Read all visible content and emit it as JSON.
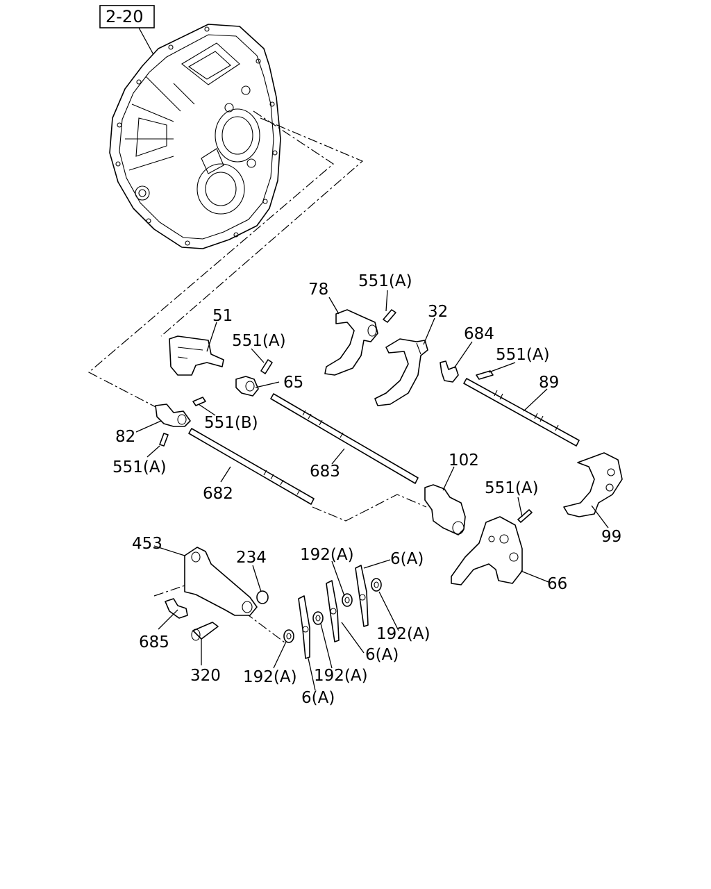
{
  "reference_box": "2-20",
  "labels": {
    "l78": "78",
    "l551a_top": "551(A)",
    "l32": "32",
    "l684": "684",
    "l551a_right": "551(A)",
    "l51": "51",
    "l551a_mid": "551(A)",
    "l65": "65",
    "l89": "89",
    "l82": "82",
    "l551b": "551(B)",
    "l551a_left": "551(A)",
    "l683": "683",
    "l102": "102",
    "l682": "682",
    "l551a_low": "551(A)",
    "l99": "99",
    "l453": "453",
    "l234": "234",
    "l192a_1": "192(A)",
    "l6a_1": "6(A)",
    "l66": "66",
    "l685": "685",
    "l192a_2": "192(A)",
    "l6a_2": "6(A)",
    "l320": "320",
    "l192a_3": "192(A)",
    "l192a_4": "192(A)",
    "l6a_3": "6(A)"
  }
}
